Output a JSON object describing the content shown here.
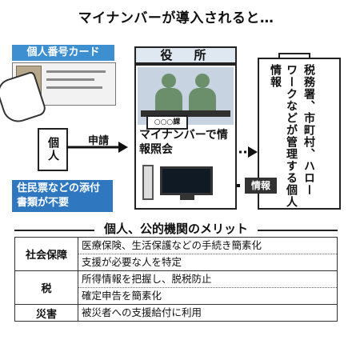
{
  "title": "マイナンバーが導入されると…",
  "left": {
    "card_label": "個人番号カード",
    "individual": "個人",
    "request_label": "申請",
    "note": "住民票などの添付書類が不要"
  },
  "office": {
    "label": "役　所",
    "section_plate": "○○○課",
    "lookup_text": "マイナンバーで情報照会"
  },
  "agencies": {
    "line1": "税務署、市町村、ハロー",
    "line2": "ワークなどが管理する個人情報"
  },
  "info_tag": "情報",
  "merits": {
    "heading": "個人、公的機関のメリット",
    "rows": [
      {
        "category": "社会保障",
        "items": [
          "医療保険、生活保護などの手続き簡素化",
          "支援が必要な人を特定"
        ]
      },
      {
        "category": "税",
        "items": [
          "所得情報を把握し、脱税防止",
          "確定申告を簡素化"
        ]
      },
      {
        "category": "災害",
        "items": [
          "被災者への支援給付に利用"
        ]
      }
    ]
  },
  "colors": {
    "accent_blue": "#3e8fd0",
    "dark_blue": "#2f78bf",
    "office_bg": "#c7d3e0"
  }
}
